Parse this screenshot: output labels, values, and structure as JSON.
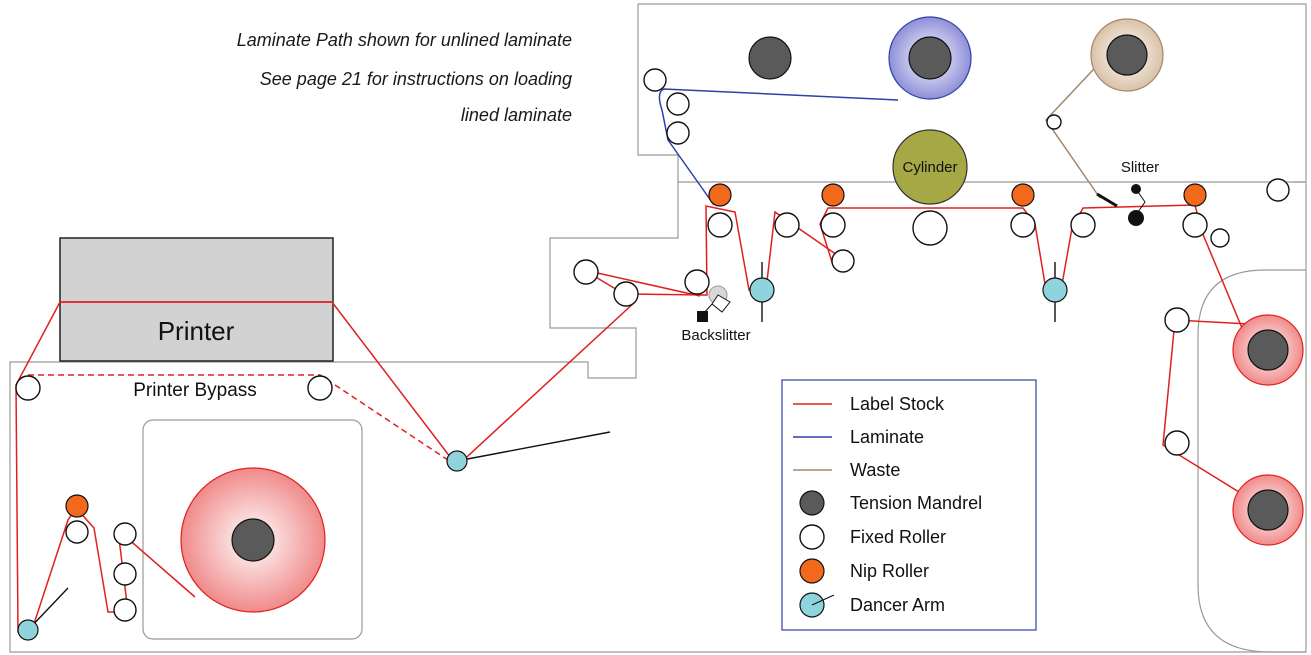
{
  "notes": {
    "line1": "Laminate Path shown for unlined laminate",
    "line2": "See page 21 for instructions on loading",
    "line3": "lined laminate"
  },
  "labels": {
    "printer": "Printer",
    "printer_bypass": "Printer Bypass",
    "cylinder": "Cylinder",
    "slitter": "Slitter",
    "backslitter": "Backslitter"
  },
  "legend": {
    "items": [
      {
        "label": "Label Stock",
        "kind": "line",
        "color": "#e0201e"
      },
      {
        "label": "Laminate",
        "kind": "line",
        "color": "#2f3fa8"
      },
      {
        "label": "Waste",
        "kind": "line",
        "color": "#a5866a"
      },
      {
        "label": "Tension Mandrel",
        "kind": "tension-mandrel-icon",
        "color": "#5a5a5a"
      },
      {
        "label": "Fixed Roller",
        "kind": "fixed-roller-icon",
        "color": "#ffffff"
      },
      {
        "label": "Nip Roller",
        "kind": "nip-roller-icon",
        "color": "#f2691c"
      },
      {
        "label": "Dancer Arm",
        "kind": "dancer-arm-icon",
        "color": "#8fd3dc"
      }
    ]
  },
  "colors": {
    "label_stock": "#e0201e",
    "laminate": "#2f3fa8",
    "waste": "#a5866a",
    "tension_mandrel": "#5a5a5a",
    "nip_roller": "#f2691c",
    "dancer_arm": "#8fd3dc",
    "cylinder": "#a6a845",
    "printer": "#d2d2d2"
  }
}
